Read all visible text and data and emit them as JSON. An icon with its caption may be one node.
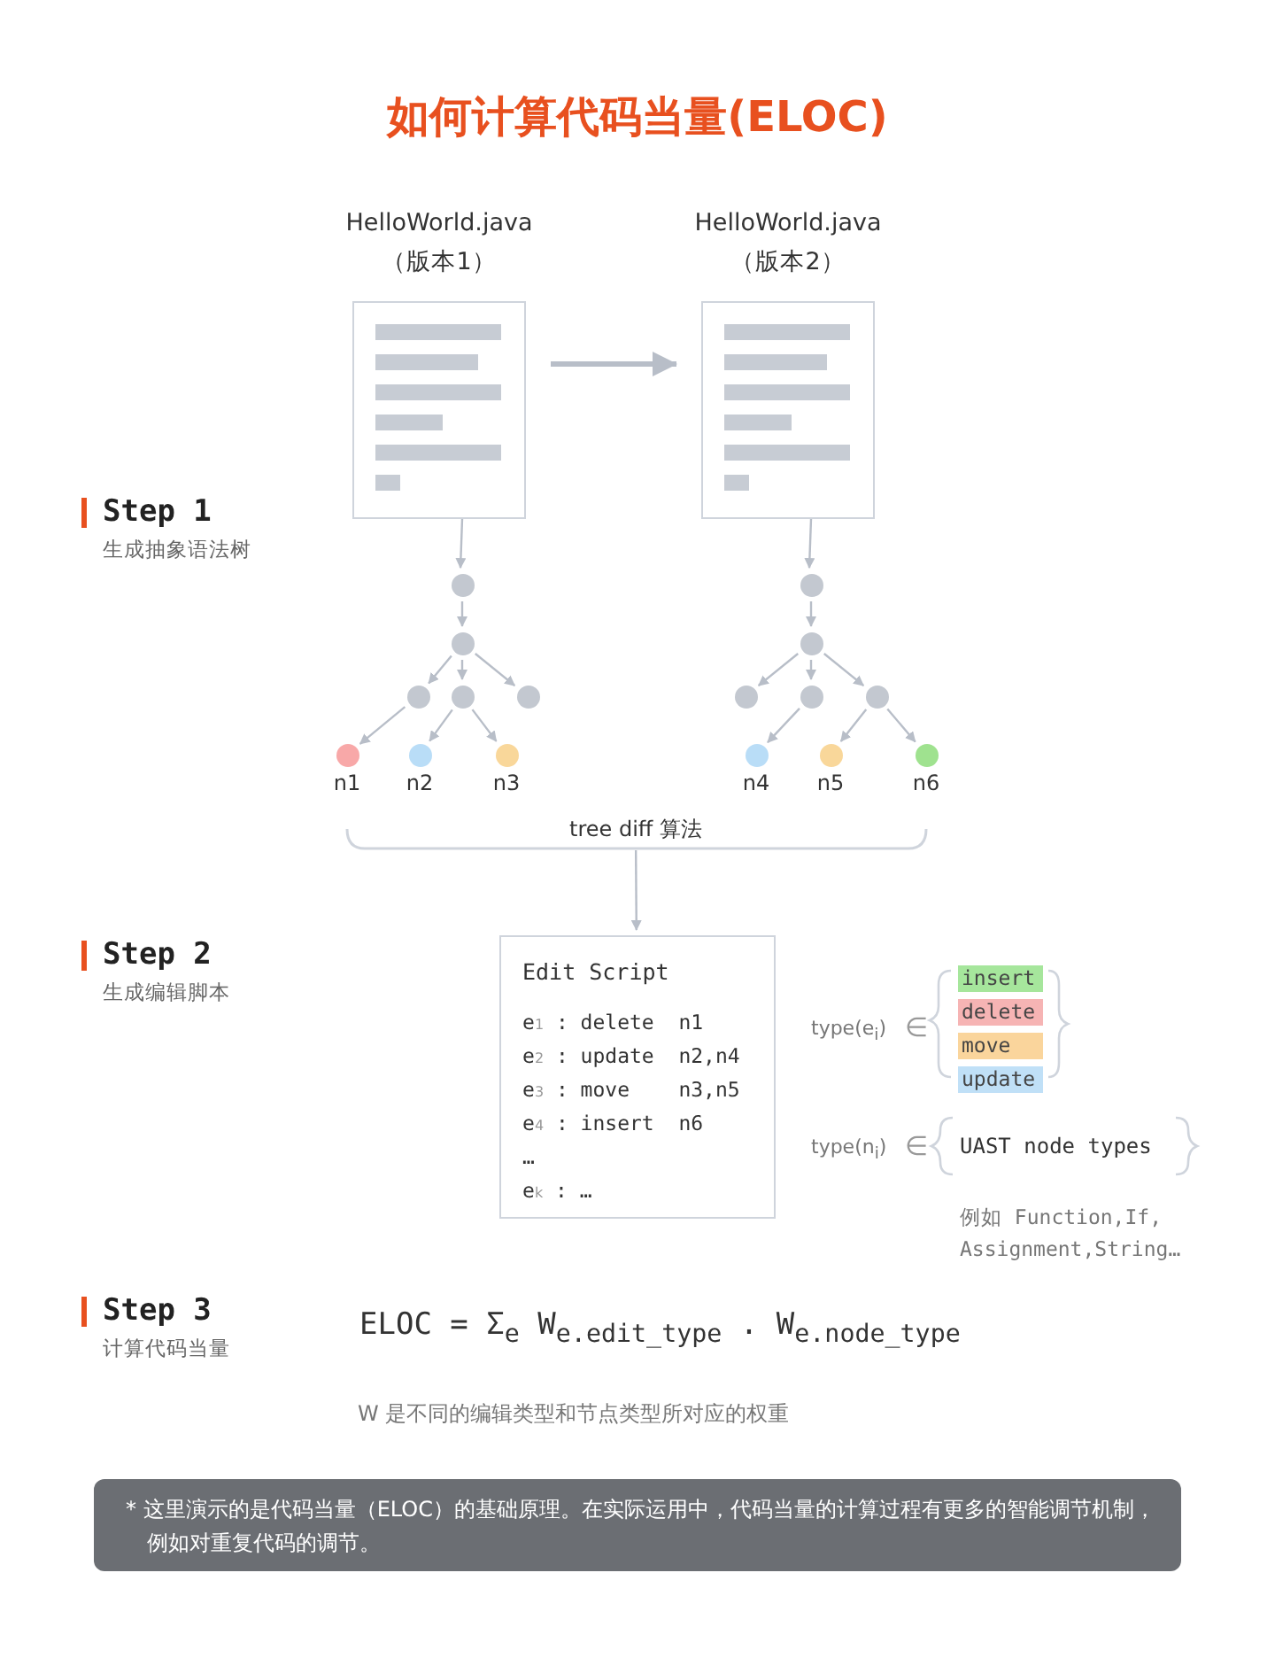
{
  "diagram": {
    "title": "如何计算代码当量(ELOC)",
    "nodes": [
      {
        "text": [
          "HelloWorld.java",
          "（版本1）"
        ]
      },
      {
        "text": [
          "HelloWorld.java",
          "（版本2）"
        ]
      },
      {
        "text": [],
        "shape": "circle"
      },
      {
        "text": [],
        "shape": "circle"
      },
      {
        "text": [],
        "shape": "circle"
      },
      {
        "text": [],
        "shape": "circle"
      },
      {
        "text": [],
        "shape": "circle"
      },
      {
        "text": [],
        "shape": "circle",
        "beside": [
          "n1"
        ]
      },
      {
        "text": [],
        "shape": "circle",
        "beside": [
          "n2"
        ]
      },
      {
        "text": [],
        "shape": "circle",
        "beside": [
          "n3"
        ]
      },
      {
        "text": [],
        "shape": "circle"
      },
      {
        "text": [],
        "shape": "circle"
      },
      {
        "text": [],
        "shape": "circle"
      },
      {
        "text": [],
        "shape": "circle"
      },
      {
        "text": [],
        "shape": "circle"
      },
      {
        "text": [],
        "shape": "circle",
        "beside": [
          "n4"
        ]
      },
      {
        "text": [],
        "shape": "circle",
        "beside": [
          "n5"
        ]
      },
      {
        "text": [],
        "shape": "circle",
        "beside": [
          "n6"
        ]
      },
      {
        "text": [
          "tree diff 算法"
        ]
      },
      {
        "text": [
          "Edit Script",
          "e$_{1}$ : delete  n1",
          "e$_{2}$ : update  n2,n4",
          "e$_{3}$ : move    n3,n5",
          "e$_{4}$ : insert  n6",
          "…",
          "e$_{k}$ : …"
        ]
      },
      {
        "text": [
          "insert"
        ]
      },
      {
        "text": [
          "delete"
        ]
      },
      {
        "text": [
          "move"
        ]
      },
      {
        "text": [
          "update"
        ]
      },
      {
        "text": [
          "* 这里演示的是代码当量（ELOC）的基础原理。在实际运用中，代码当量的计算过程有更多的智能调节机制，例如对重复代码的调节。"
        ]
      }
    ],
    "edges": [
      {
        "from": 0,
        "to": 1,
        "arrow": "to",
        "style": "thick"
      },
      {
        "from": 0,
        "to": 2,
        "arrow": "to"
      },
      {
        "from": 2,
        "to": 3,
        "arrow": "to"
      },
      {
        "from": 3,
        "to": 4,
        "arrow": "to"
      },
      {
        "from": 3,
        "to": 5,
        "arrow": "to"
      },
      {
        "from": 3,
        "to": 6,
        "arrow": "to"
      },
      {
        "from": 4,
        "to": 7,
        "arrow": "to"
      },
      {
        "from": 5,
        "to": 8,
        "arrow": "to"
      },
      {
        "from": 5,
        "to": 9,
        "arrow": "to"
      },
      {
        "from": 1,
        "to": 10,
        "arrow": "to"
      },
      {
        "from": 10,
        "to": 11,
        "arrow": "to"
      },
      {
        "from": 11,
        "to": 12,
        "arrow": "to"
      },
      {
        "from": 11,
        "to": 13,
        "arrow": "to"
      },
      {
        "from": 11,
        "to": 14,
        "arrow": "to"
      },
      {
        "from": 13,
        "to": 15,
        "arrow": "to"
      },
      {
        "from": 14,
        "to": 16,
        "arrow": "to"
      },
      {
        "from": 14,
        "to": 17,
        "arrow": "to"
      },
      {
        "from": 18,
        "to": 19,
        "arrow": "to"
      }
    ],
    "labels": [
      "Step 1",
      "生成抽象语法树",
      "Step 2",
      "生成编辑脚本",
      "type(e$_{i}$)",
      "∈",
      "type(n$_{i}$)",
      "∈",
      "UAST node types",
      "例如 Function,If, Assignment,String…",
      "Step 3",
      "计算代码当量",
      "ELOC = Σ$_{e}$ W$_{e.edit_type}$ . W$_{e.node_type}$",
      "W 是不同的编辑类型和节点类型所对应的权重"
    ]
  }
}
